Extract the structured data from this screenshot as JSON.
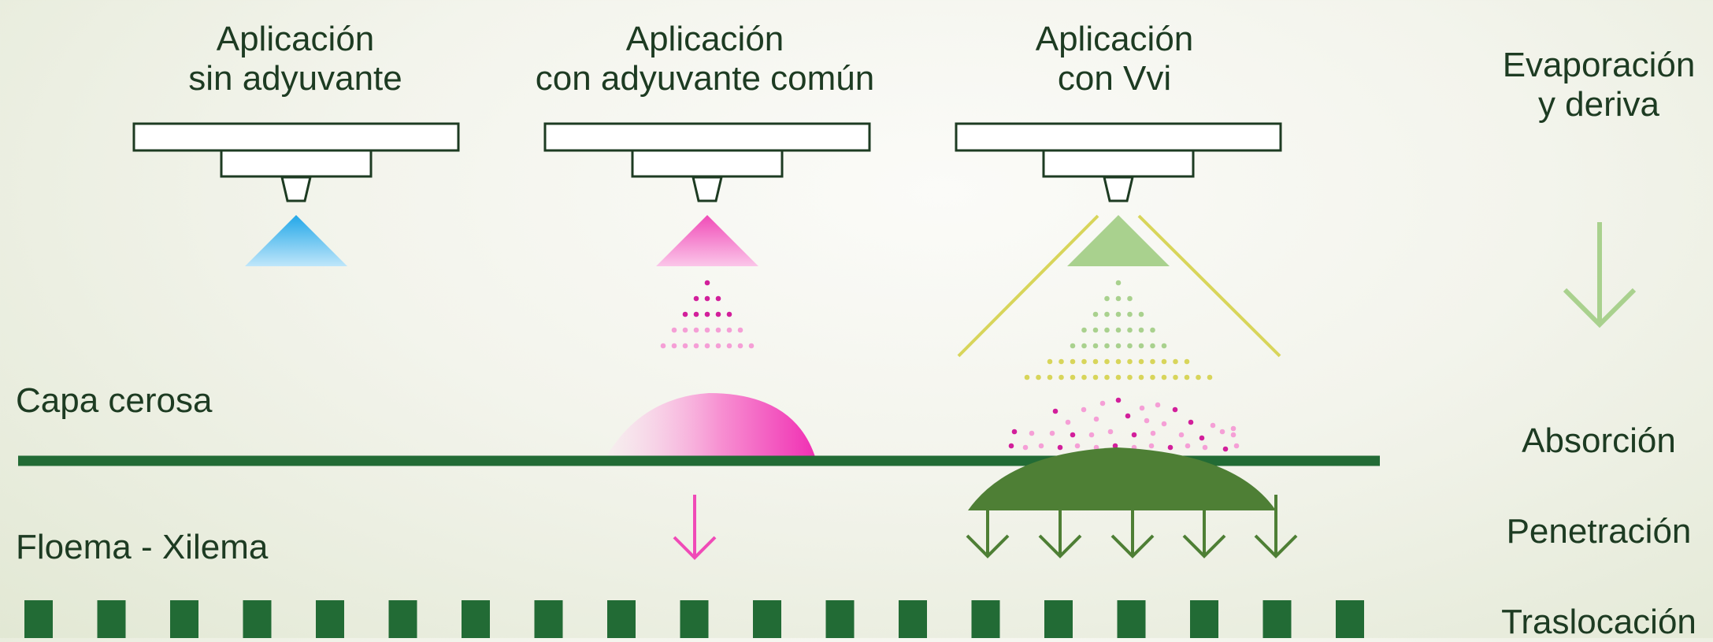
{
  "columns": [
    {
      "line1": "Aplicación",
      "line2": "sin adyuvante"
    },
    {
      "line1": "Aplicación",
      "line2": "con adyuvante común"
    },
    {
      "line1": "Aplicación",
      "line2": "con Vvi"
    }
  ],
  "layers": {
    "wax": "Capa cerosa",
    "vascular": "Floema - Xilema"
  },
  "stages": {
    "evaporation_line1": "Evaporación",
    "evaporation_line2": "y deriva",
    "absorption": "Absorción",
    "penetration": "Penetración",
    "translocation": "Traslocación"
  },
  "colors": {
    "dark_green": "#1d3b22",
    "leaf_green": "#226b35",
    "vvi_green": "#4e7f35",
    "light_green": "#a9d18e",
    "pink": "#f04bb7",
    "blue": "#3cb4ec",
    "yellow": "#d8d55a"
  }
}
